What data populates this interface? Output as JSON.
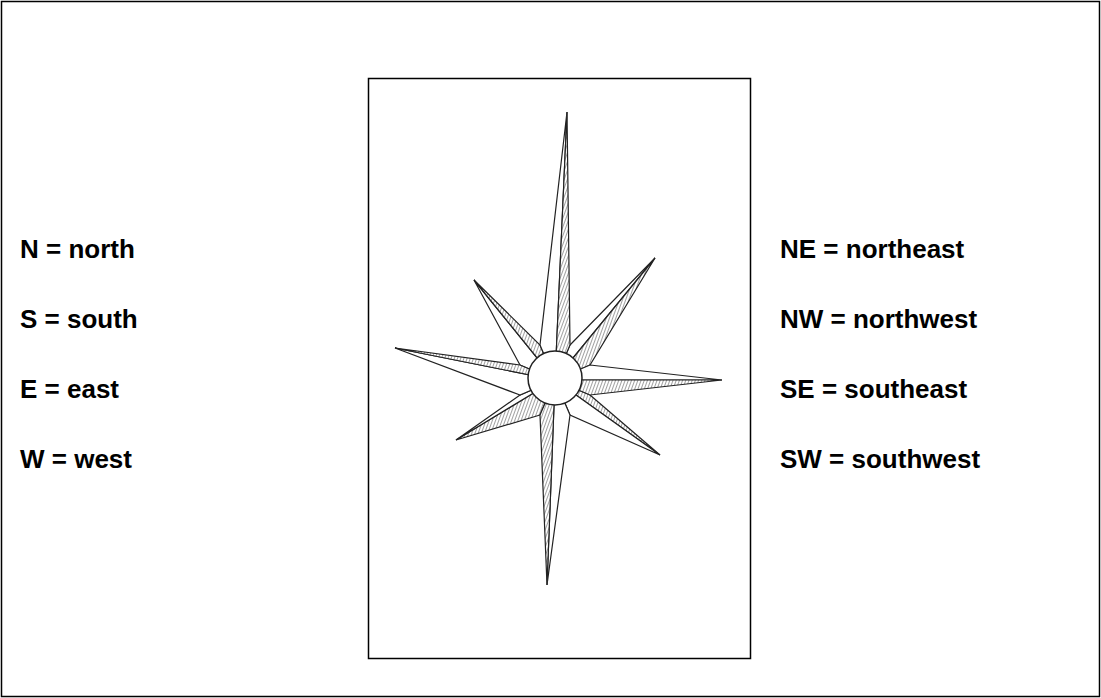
{
  "diagram": {
    "labels": [
      "N = north",
      "S = south",
      "E = east",
      "W = west",
      "NE = northeast",
      "NW = northwest",
      "SE = southeast",
      "SW = southwest"
    ]
  }
}
